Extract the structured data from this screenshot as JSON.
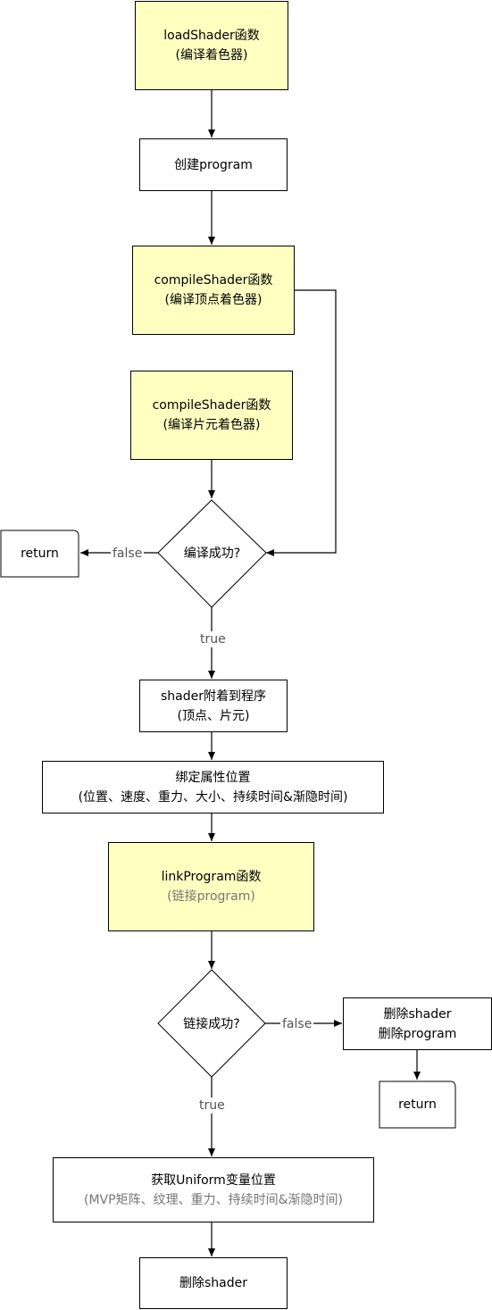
{
  "nodes": {
    "load_shader": {
      "line1": "loadShader函数",
      "line2": "(编译着色器)"
    },
    "create_program": {
      "line1": "创建program"
    },
    "compile_vertex": {
      "line1": "compileShader函数",
      "line2": "(编译顶点着色器)"
    },
    "compile_fragment": {
      "line1": "compileShader函数",
      "line2": "(编译片元着色器)"
    },
    "compile_success": {
      "label": "编译成功?"
    },
    "return_1": {
      "label": "return"
    },
    "attach_shader": {
      "line1": "shader附着到程序",
      "line2": "(顶点、片元)"
    },
    "bind_attributes": {
      "line1": "绑定属性位置",
      "line2": "(位置、速度、重力、大小、持续时间&渐隐时间)"
    },
    "link_program": {
      "line1": "linkProgram函数",
      "line2": "(链接program)"
    },
    "link_success": {
      "label": "链接成功?"
    },
    "delete_on_fail": {
      "line1": "删除shader",
      "line2": "删除program"
    },
    "return_2": {
      "label": "return"
    },
    "get_uniforms": {
      "line1": "获取Uniform变量位置",
      "line2": "(MVP矩阵、纹理、重力、持续时间&渐隐时间)"
    },
    "delete_shader": {
      "line1": "删除shader"
    }
  },
  "edge_labels": {
    "compile_false": "false",
    "compile_true": "true",
    "link_false": "false",
    "link_true": "true"
  },
  "colors": {
    "highlight_fill": "#ffffc0",
    "stroke": "#000000",
    "edge_label": "#555555"
  }
}
